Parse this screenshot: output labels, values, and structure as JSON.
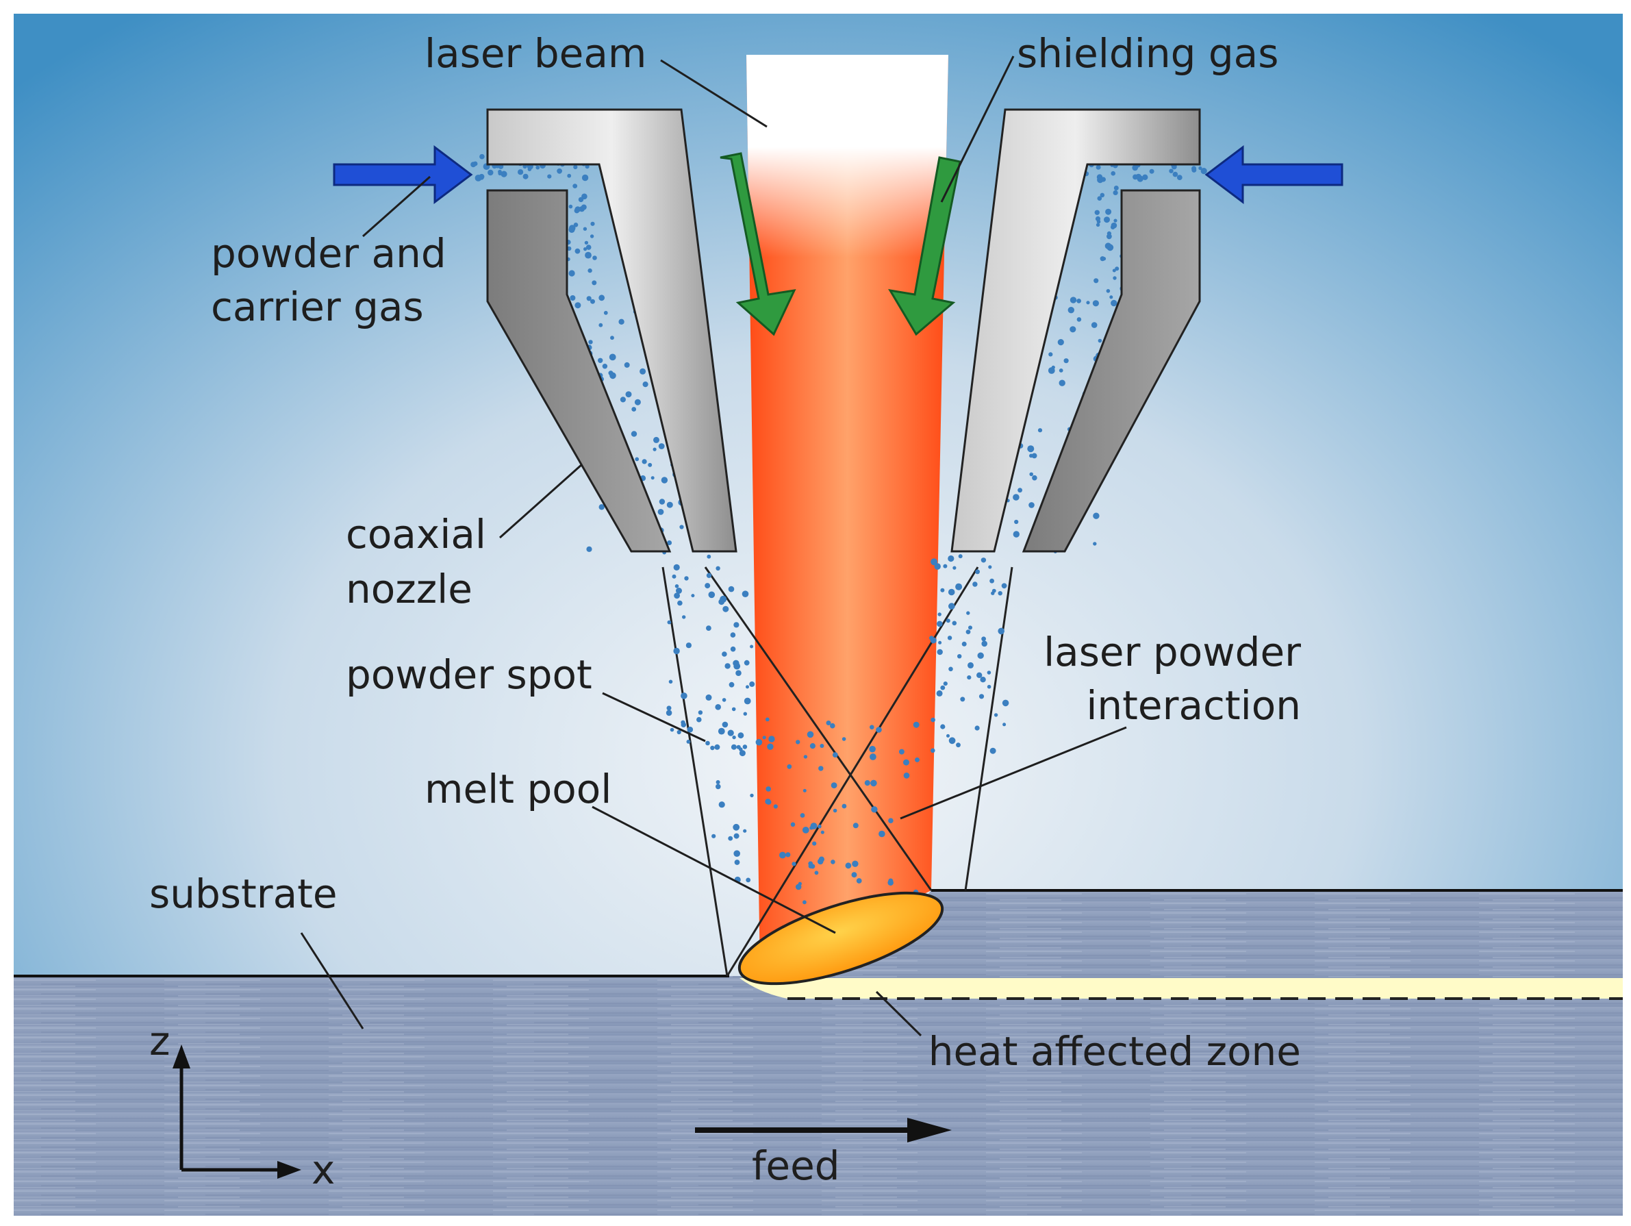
{
  "labels": {
    "laser_beam": "laser beam",
    "shielding_gas": "shielding gas",
    "powder_carrier_line1": "powder and",
    "powder_carrier_line2": "carrier gas",
    "coaxial_nozzle_line1": "coaxial",
    "coaxial_nozzle_line2": "nozzle",
    "powder_spot": "powder spot",
    "laser_powder_interaction_line1": "laser powder",
    "laser_powder_interaction_line2": "interaction",
    "melt_pool": "melt pool",
    "substrate": "substrate",
    "heat_affected_zone": "heat affected zone",
    "feed": "feed",
    "axis_z": "z",
    "axis_x": "x"
  },
  "colors": {
    "background_top": "#3f8fc4",
    "background_mid": "#e8eef4",
    "laser_core": "#ff9a5a",
    "laser_edge": "#ff5a1f",
    "nozzle_gray": "#a9a9a9",
    "powder_arrow": "#1f4fd6",
    "shielding_arrow": "#2f9a3f",
    "powder_particles": "#3b7fc0",
    "melt_pool": "#ffb020",
    "heat_affected_zone": "#fffbc8",
    "substrate": "#8a9ab8"
  }
}
